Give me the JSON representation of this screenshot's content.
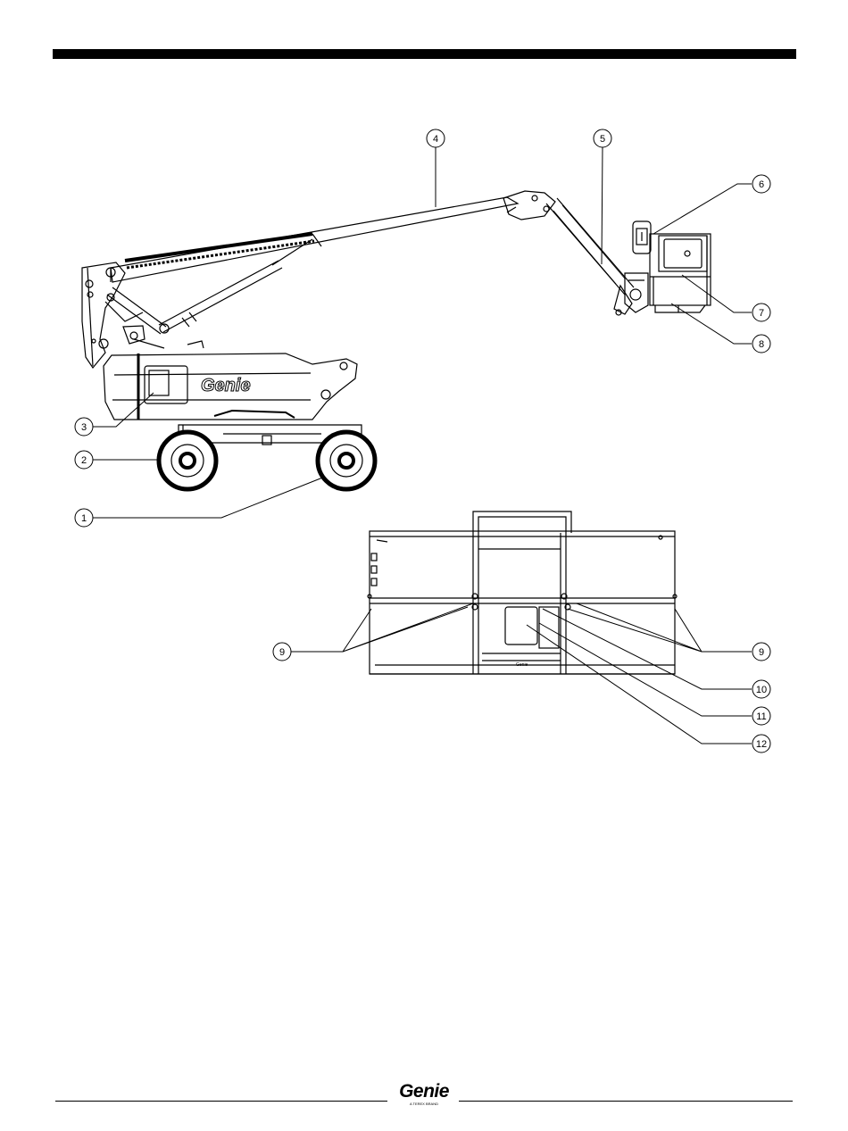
{
  "machine": {
    "logo_text": "Genie"
  },
  "platform": {
    "logo_text": "Genie"
  },
  "callouts": [
    "1",
    "2",
    "3",
    "4",
    "5",
    "6",
    "7",
    "8",
    "9",
    "9",
    "10",
    "11",
    "12"
  ],
  "footer": {
    "logo_text": "Genie",
    "tagline": "A TEREX BRAND"
  }
}
